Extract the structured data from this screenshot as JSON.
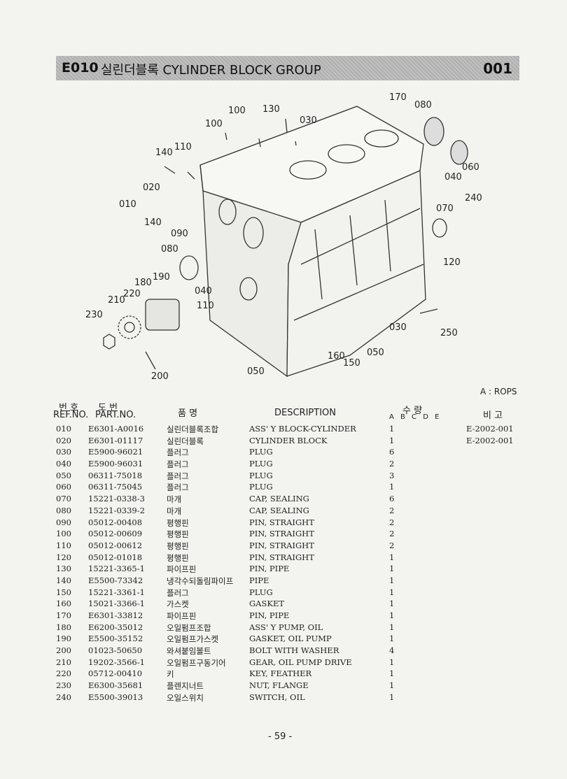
{
  "header": {
    "code": "E010",
    "title": "실린더블록 CYLINDER BLOCK GROUP",
    "page_code": "001"
  },
  "diagram": {
    "callouts": [
      "170",
      "080",
      "100",
      "130",
      "030",
      "100",
      "110",
      "140",
      "060",
      "040",
      "020",
      "240",
      "010",
      "070",
      "140",
      "090",
      "080",
      "120",
      "180",
      "190",
      "040",
      "220",
      "110",
      "210",
      "230",
      "030",
      "250",
      "050",
      "160",
      "150",
      "050",
      "200"
    ]
  },
  "note": "A : ROPS",
  "columns": {
    "ref_kor": "번 호",
    "ref_eng": "REF.NO.",
    "part_kor": "도 번",
    "part_eng": "PART.NO.",
    "name_kor": "품 명",
    "description": "DESCRIPTION",
    "qty_kor": "수 량",
    "qty_cols": "A B C D E",
    "remarks_kor": "비 고"
  },
  "parts": [
    {
      "ref": "010",
      "part": "E6301-A0016",
      "kor": "실린더블록조합",
      "desc": "ASS' Y BLOCK-CYLINDER",
      "qty": "1",
      "remark": "E-2002-001"
    },
    {
      "ref": "020",
      "part": "E6301-01117",
      "kor": "실린더블록",
      "desc": "CYLINDER BLOCK",
      "qty": "1",
      "remark": "E-2002-001"
    },
    {
      "ref": "030",
      "part": "E5900-96021",
      "kor": "플러그",
      "desc": "PLUG",
      "qty": "6",
      "remark": ""
    },
    {
      "ref": "040",
      "part": "E5900-96031",
      "kor": "플러그",
      "desc": "PLUG",
      "qty": "2",
      "remark": ""
    },
    {
      "ref": "050",
      "part": "06311-75018",
      "kor": "플러그",
      "desc": "PLUG",
      "qty": "3",
      "remark": ""
    },
    {
      "ref": "060",
      "part": "06311-75045",
      "kor": "플러그",
      "desc": "PLUG",
      "qty": "1",
      "remark": ""
    },
    {
      "ref": "070",
      "part": "15221-0338-3",
      "kor": "마개",
      "desc": "CAP, SEALING",
      "qty": "6",
      "remark": ""
    },
    {
      "ref": "080",
      "part": "15221-0339-2",
      "kor": "마개",
      "desc": "CAP, SEALING",
      "qty": "2",
      "remark": ""
    },
    {
      "ref": "090",
      "part": "05012-00408",
      "kor": "평행핀",
      "desc": "PIN, STRAIGHT",
      "qty": "2",
      "remark": ""
    },
    {
      "ref": "100",
      "part": "05012-00609",
      "kor": "평행핀",
      "desc": "PIN, STRAIGHT",
      "qty": "2",
      "remark": ""
    },
    {
      "ref": "110",
      "part": "05012-00612",
      "kor": "평행핀",
      "desc": "PIN, STRAIGHT",
      "qty": "2",
      "remark": ""
    },
    {
      "ref": "120",
      "part": "05012-01018",
      "kor": "평행핀",
      "desc": "PIN, STRAIGHT",
      "qty": "1",
      "remark": ""
    },
    {
      "ref": "130",
      "part": "15221-3365-1",
      "kor": "파이프핀",
      "desc": "PIN, PIPE",
      "qty": "1",
      "remark": ""
    },
    {
      "ref": "140",
      "part": "E5500-73342",
      "kor": "냉각수되돌림파이프",
      "desc": "PIPE",
      "qty": "1",
      "remark": ""
    },
    {
      "ref": "150",
      "part": "15221-3361-1",
      "kor": "플러그",
      "desc": "PLUG",
      "qty": "1",
      "remark": ""
    },
    {
      "ref": "160",
      "part": "15021-3366-1",
      "kor": "가스켓",
      "desc": "GASKET",
      "qty": "1",
      "remark": ""
    },
    {
      "ref": "170",
      "part": "E6301-33812",
      "kor": "파이프핀",
      "desc": "PIN, PIPE",
      "qty": "1",
      "remark": ""
    },
    {
      "ref": "180",
      "part": "E6200-35012",
      "kor": "오일펌프조합",
      "desc": "ASS' Y PUMP, OIL",
      "qty": "1",
      "remark": ""
    },
    {
      "ref": "190",
      "part": "E5500-35152",
      "kor": "오일펌프가스켓",
      "desc": "GASKET, OIL PUMP",
      "qty": "1",
      "remark": ""
    },
    {
      "ref": "200",
      "part": "01023-50650",
      "kor": "와셔붙임볼트",
      "desc": "BOLT WITH WASHER",
      "qty": "4",
      "remark": ""
    },
    {
      "ref": "210",
      "part": "19202-3566-1",
      "kor": "오일펌프구동기어",
      "desc": "GEAR, OIL PUMP DRIVE",
      "qty": "1",
      "remark": ""
    },
    {
      "ref": "220",
      "part": "05712-00410",
      "kor": "키",
      "desc": "KEY, FEATHER",
      "qty": "1",
      "remark": ""
    },
    {
      "ref": "230",
      "part": "E6300-35681",
      "kor": "플렌지너트",
      "desc": "NUT, FLANGE",
      "qty": "1",
      "remark": ""
    },
    {
      "ref": "240",
      "part": "E5500-39013",
      "kor": "오일스위치",
      "desc": "SWITCH, OIL",
      "qty": "1",
      "remark": ""
    }
  ],
  "page_number": "- 59 -"
}
